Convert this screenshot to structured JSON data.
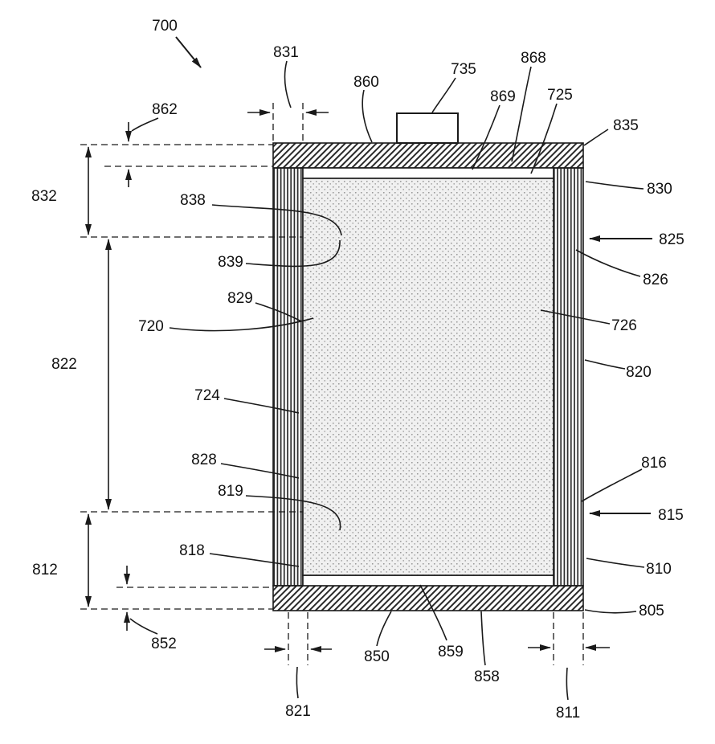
{
  "figure_labels": {
    "700": "700",
    "831": "831",
    "860": "860",
    "735": "735",
    "868": "868",
    "869": "869",
    "725": "725",
    "835": "835",
    "862": "862",
    "832": "832",
    "830": "830",
    "838": "838",
    "839": "839",
    "825": "825",
    "826": "826",
    "829": "829",
    "720": "720",
    "726": "726",
    "822": "822",
    "820": "820",
    "724": "724",
    "828": "828",
    "816": "816",
    "819": "819",
    "815": "815",
    "812": "812",
    "818": "818",
    "810": "810",
    "805": "805",
    "852": "852",
    "850": "850",
    "859": "859",
    "858": "858",
    "821": "821",
    "811": "811"
  },
  "colors": {
    "line": "#1a1a1a",
    "background": "#ffffff",
    "core_fill": "#f0f0f0",
    "stipple_dot": "#8a8a8a"
  }
}
